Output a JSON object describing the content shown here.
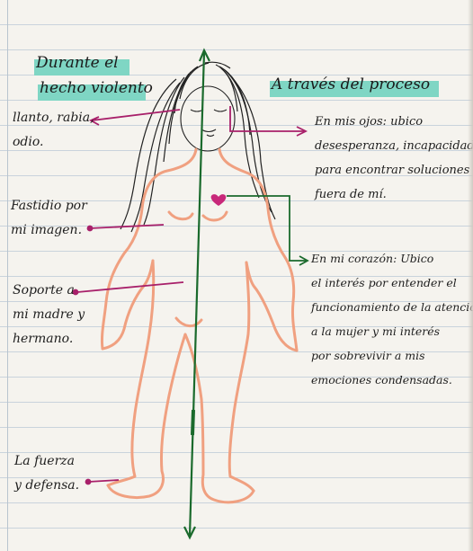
{
  "headings": {
    "left_line1": "Durante el",
    "left_line2": "hecho violento",
    "right": "A través del proceso"
  },
  "notes": {
    "face_left": [
      "llanto, rabia,",
      "odio."
    ],
    "chest_left": [
      "Fastidio por",
      "mi imagen."
    ],
    "arm_left": [
      "Soporte a",
      "mi madre y",
      "hermano."
    ],
    "foot_left": [
      "La fuerza",
      "y defensa."
    ],
    "eyes_right": [
      "En mis ojos: ubico",
      "desesperanza, incapacidad",
      "para encontrar soluciones",
      "fuera de mí."
    ],
    "heart_right": [
      "En mi corazón: Ubico",
      "el interés por entender el",
      "funcionamiento de la atención",
      "a la mujer y mi interés",
      "por sobrevivir a mis",
      "emociones condensadas."
    ]
  },
  "colors": {
    "ink": "#1e1e1e",
    "body_outline": "#f0a080",
    "arrow": "#a8206a",
    "axis": "#1a6a2c",
    "highlight": "#7fd6c4",
    "heart": "#c8287a"
  }
}
